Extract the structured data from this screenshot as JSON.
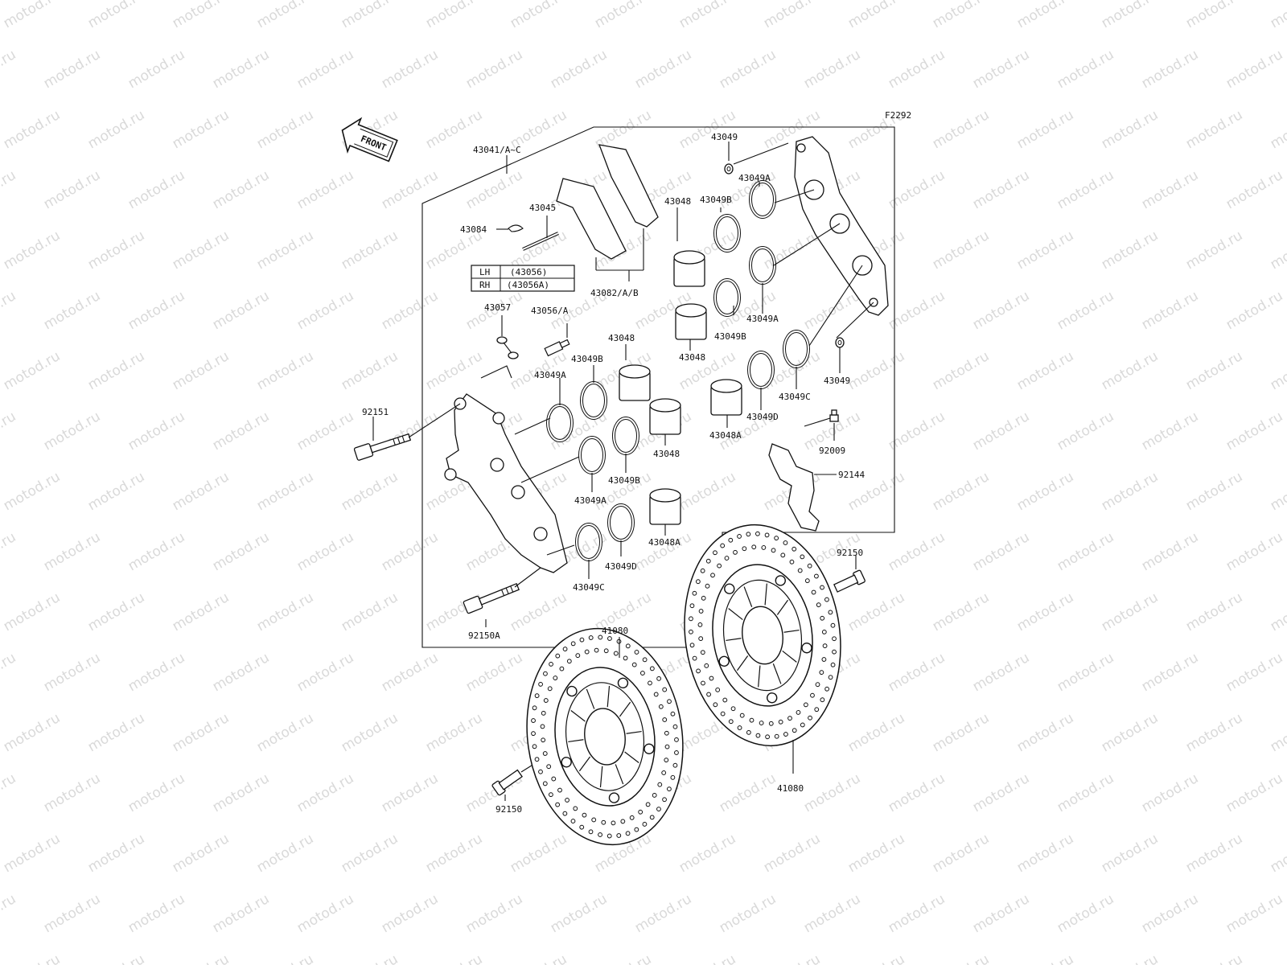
{
  "watermark": "motod.ru",
  "figure_code": "F2292",
  "front_arrow_label": "FRONT",
  "lh_rh_table": [
    {
      "side": "LH",
      "part": "(43056)"
    },
    {
      "side": "RH",
      "part": "(43056A)"
    }
  ],
  "callouts": {
    "c43041": "43041/A~C",
    "c43049_top": "43049",
    "c43049A_top": "43049A",
    "c43049B_top": "43049B",
    "c43045": "43045",
    "c43048_top": "43048",
    "c43084": "43084",
    "c43082": "43082/A/B",
    "c43049A_mid": "43049A",
    "c43057": "43057",
    "c43056": "43056/A",
    "c43049B_mid": "43049B",
    "c43048_mid": "43048",
    "c43049_right": "43049",
    "c43048_left": "43048",
    "c43049B_left": "43049B",
    "c43049C_right": "43049C",
    "c43049A_left": "43049A",
    "c43049D_right": "43049D",
    "c92151": "92151",
    "c43048A_right": "43048A",
    "c92009": "92009",
    "c43048_low": "43048",
    "c92144": "92144",
    "c43049B_low": "43049B",
    "c43049A_low": "43049A",
    "c43048A_low": "43048A",
    "c92150_right": "92150",
    "c43049D_low": "43049D",
    "c43049C_low": "43049C",
    "c92150A": "92150A",
    "c41080_left": "41080",
    "c41080_right": "41080",
    "c92150_bottom": "92150"
  }
}
